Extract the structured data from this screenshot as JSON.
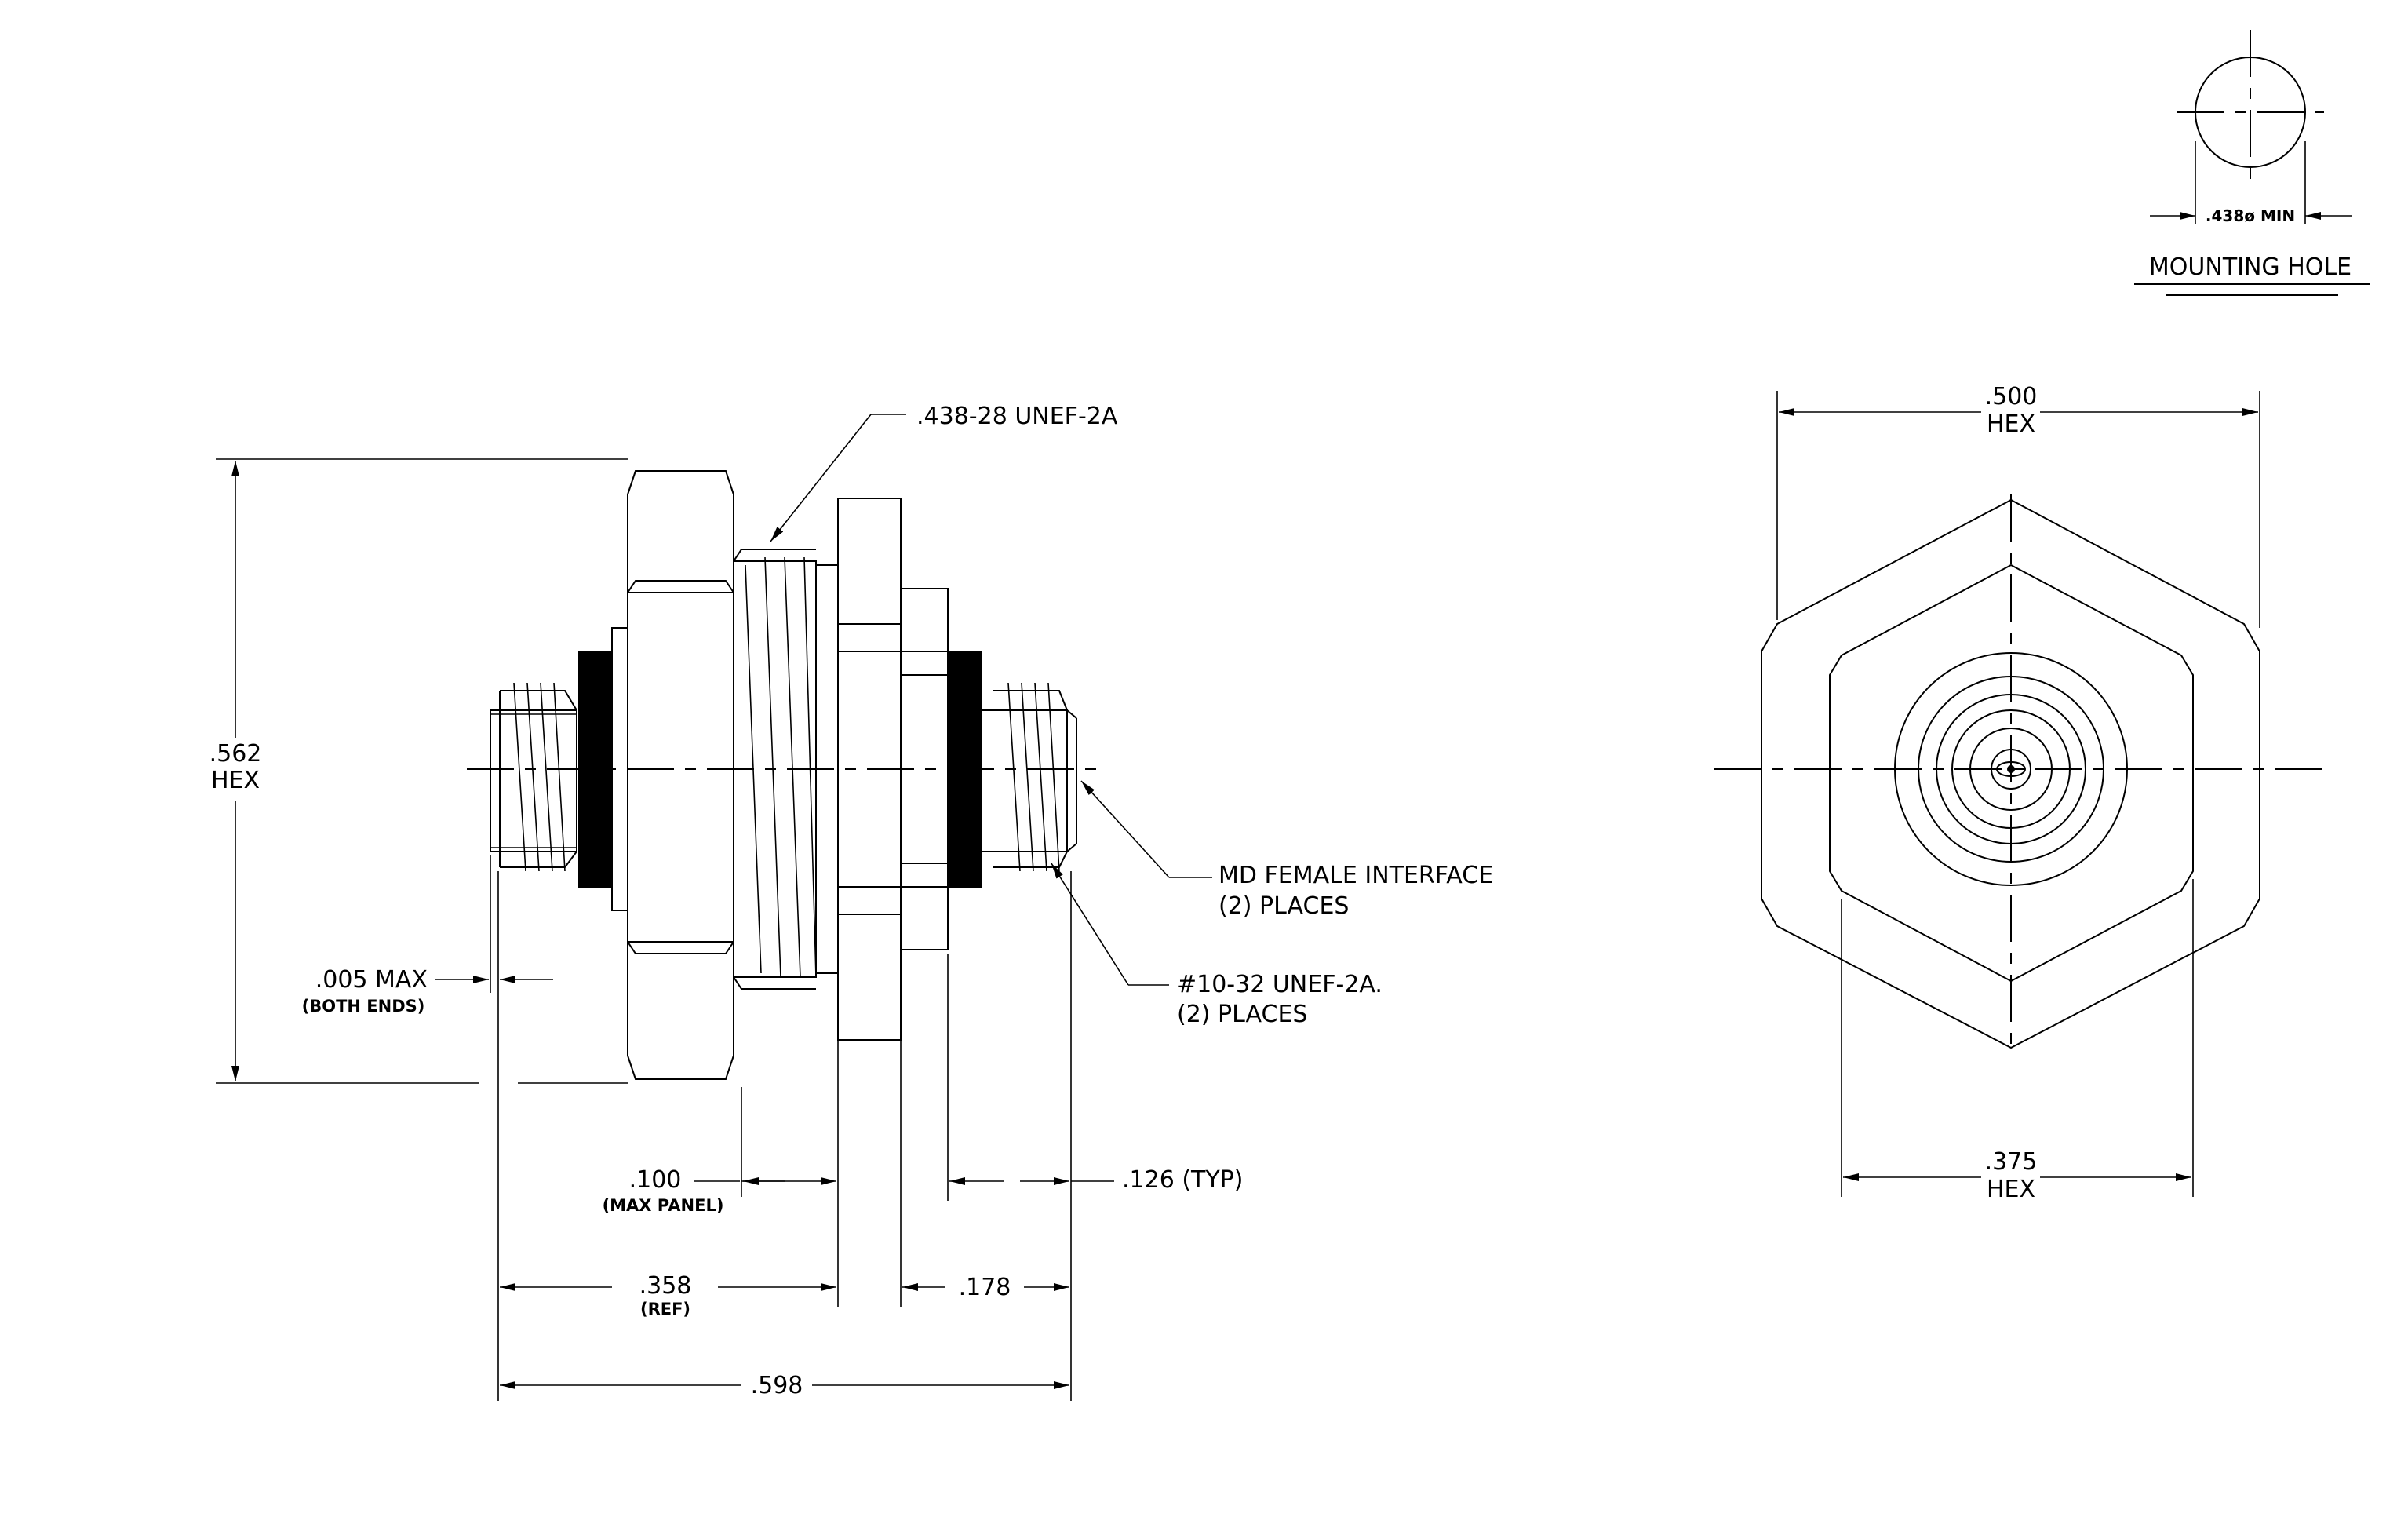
{
  "side_view": {
    "thread_label": ".438-28 UNEF-2A",
    "hex_dim": ".562",
    "hex_word": "HEX",
    "max_dim": ".005 MAX",
    "max_note": "(BOTH ENDS)",
    "interface_line1": "MD FEMALE INTERFACE",
    "interface_line2": "(2)  PLACES",
    "thread2_line1": "#10-32 UNEF-2A.",
    "thread2_line2": "(2) PLACES",
    "panel_dim": ".100",
    "panel_note": "(MAX PANEL)",
    "typ_dim": ".126 (TYP)",
    "ref_dim": ".358",
    "ref_note": "(REF)",
    "mid_dim": ".178",
    "overall_dim": ".598"
  },
  "end_view": {
    "outer_hex_dim": ".500",
    "outer_hex_word": "HEX",
    "inner_hex_dim": ".375",
    "inner_hex_word": "HEX"
  },
  "mounting_hole": {
    "dim": ".438ø MIN",
    "title": "MOUNTING HOLE"
  },
  "colors": {
    "line": "#000000",
    "background": "#ffffff"
  }
}
